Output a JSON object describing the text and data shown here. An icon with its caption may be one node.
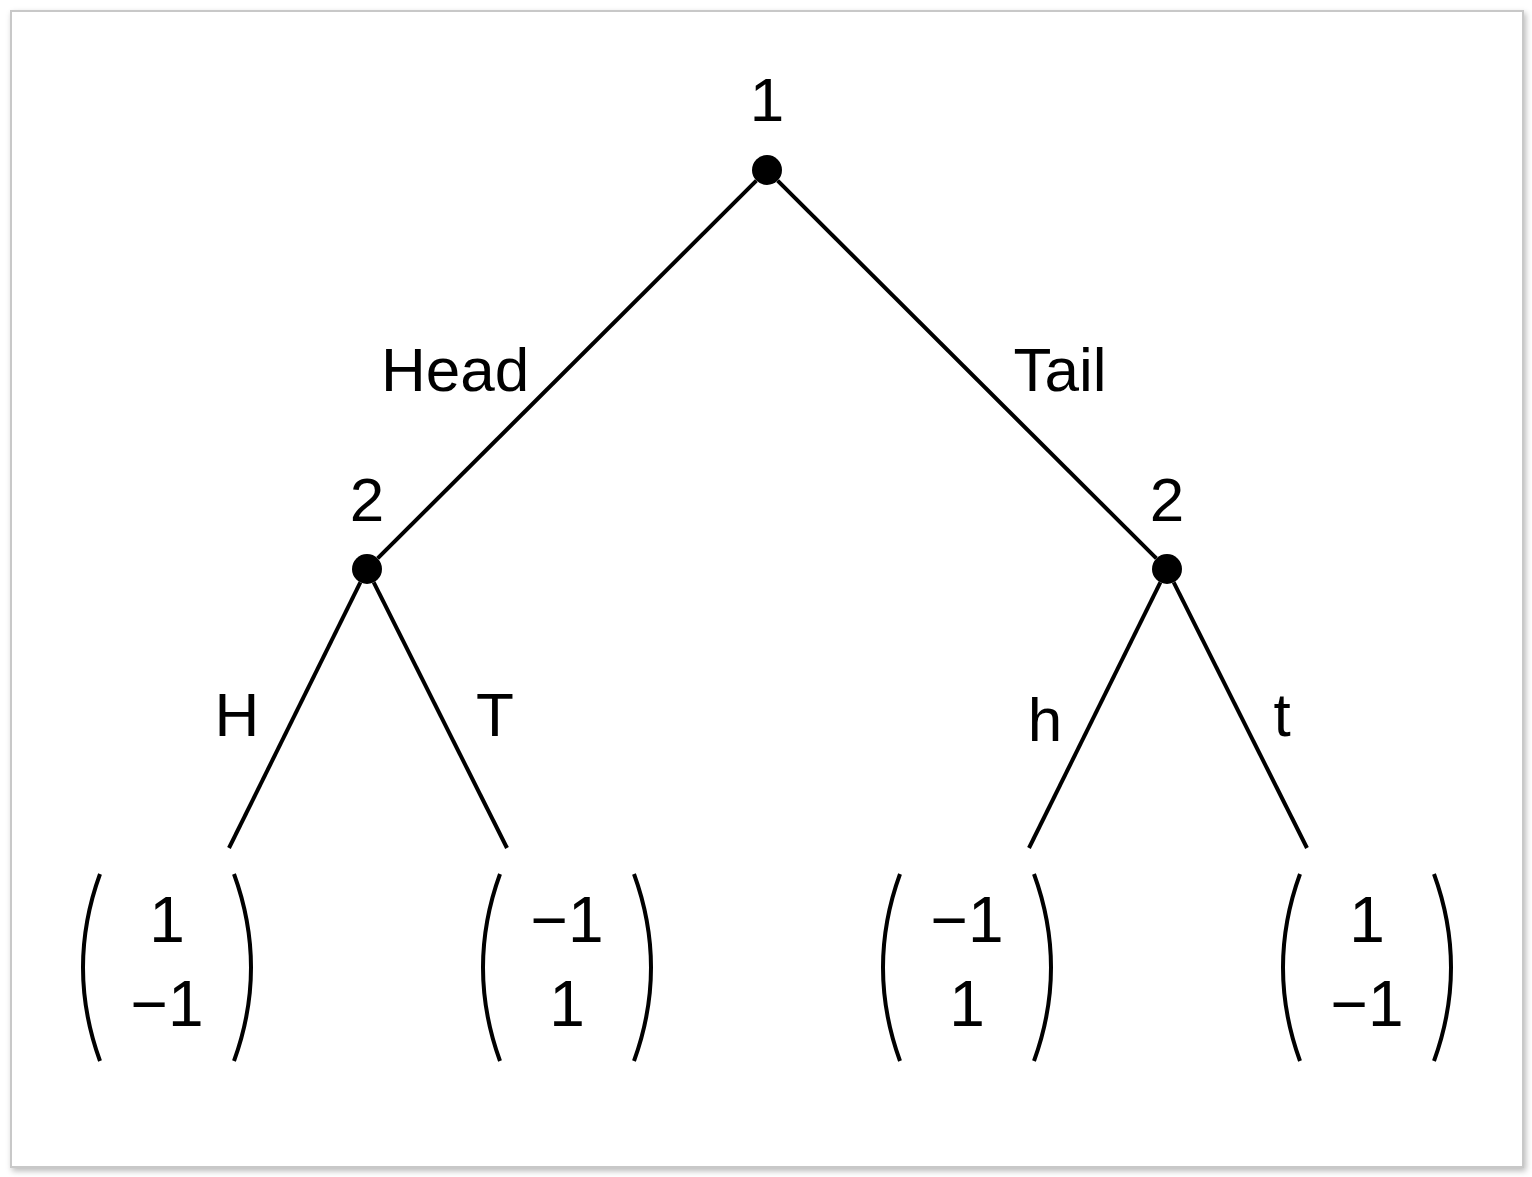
{
  "diagram": {
    "nodes": [
      {
        "text": [],
        "shape": "circle",
        "beside": [
          "1"
        ]
      },
      {
        "text": [],
        "shape": "circle",
        "beside": [
          "2"
        ]
      },
      {
        "text": [],
        "shape": "circle",
        "beside": [
          "2"
        ]
      },
      {
        "text": [
          "1",
          "−1"
        ]
      },
      {
        "text": [
          "−1",
          "1"
        ]
      },
      {
        "text": [
          "−1",
          "1"
        ]
      },
      {
        "text": [
          "1",
          "−1"
        ]
      }
    ],
    "edges": [
      {
        "from": 0,
        "to": 1,
        "arrow": "none",
        "label": "Head"
      },
      {
        "from": 0,
        "to": 2,
        "arrow": "none",
        "label": "Tail"
      },
      {
        "from": 1,
        "to": 3,
        "arrow": "none",
        "label": "H"
      },
      {
        "from": 1,
        "to": 4,
        "arrow": "none",
        "label": "T"
      },
      {
        "from": 2,
        "to": 5,
        "arrow": "none",
        "label": "h"
      },
      {
        "from": 2,
        "to": 6,
        "arrow": "none",
        "label": "t"
      }
    ]
  }
}
